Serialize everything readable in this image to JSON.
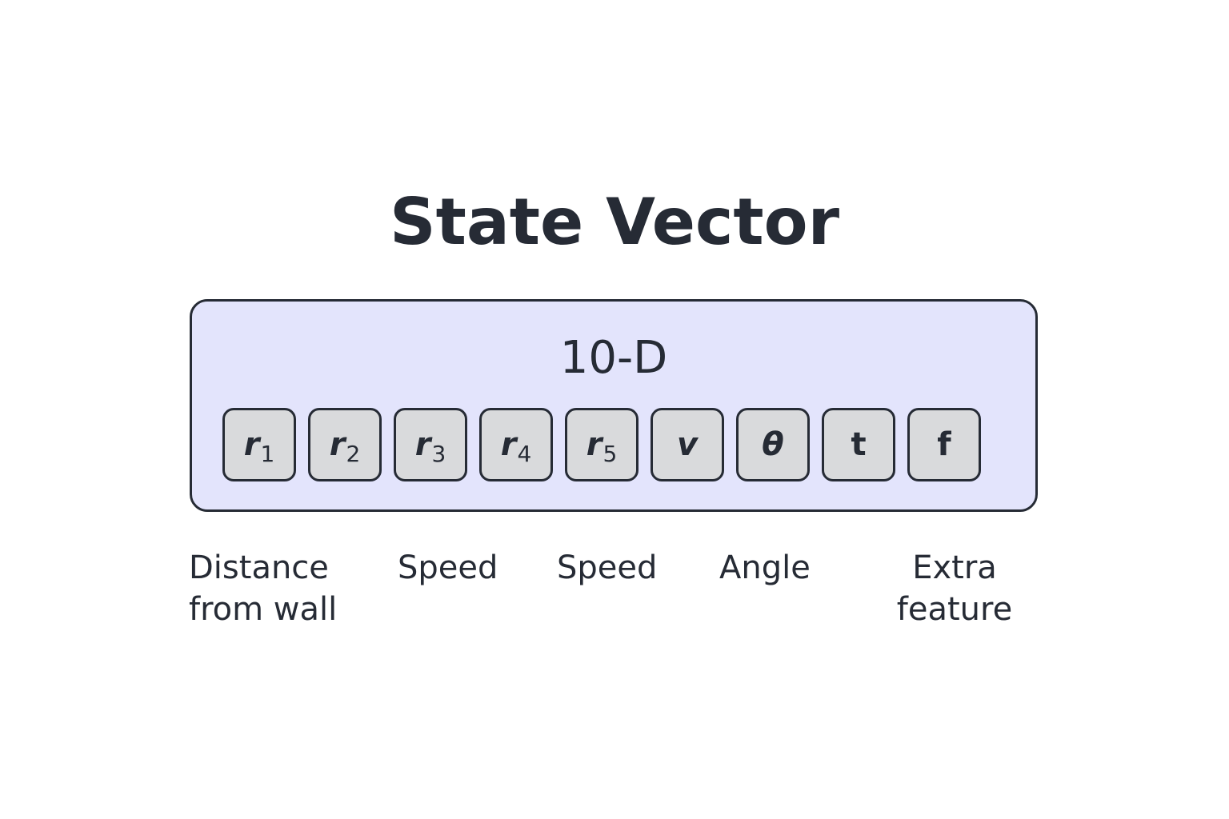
{
  "title": "State Vector",
  "box": {
    "dimension_label": "10-D",
    "fill_color": "#e3e4fc",
    "border_color": "#262b35"
  },
  "cells": [
    {
      "symbol": "r",
      "subscript": "1"
    },
    {
      "symbol": "r",
      "subscript": "2"
    },
    {
      "symbol": "r",
      "subscript": "3"
    },
    {
      "symbol": "r",
      "subscript": "4"
    },
    {
      "symbol": "r",
      "subscript": "5"
    },
    {
      "symbol": "v",
      "subscript": ""
    },
    {
      "symbol": "θ",
      "subscript": ""
    },
    {
      "symbol": "t",
      "subscript": ""
    },
    {
      "symbol": "f",
      "subscript": ""
    }
  ],
  "captions": [
    "Distance\nfrom wall",
    "Speed",
    "Speed",
    "Angle",
    "Extra\nfeature"
  ]
}
